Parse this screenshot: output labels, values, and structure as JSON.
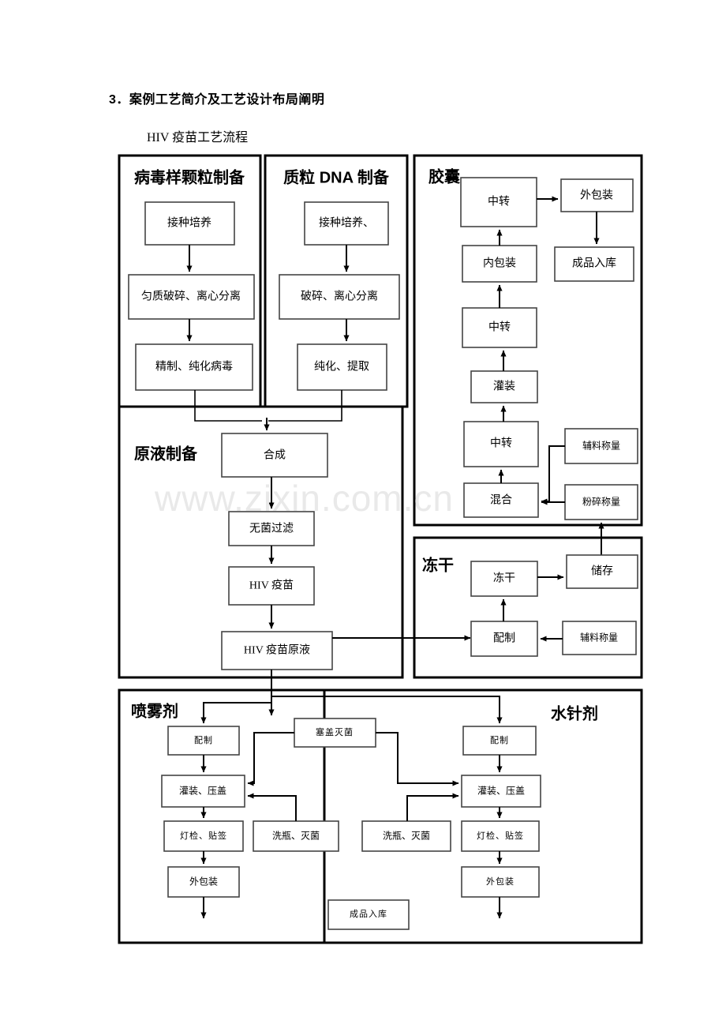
{
  "document": {
    "heading": "3．案例工艺简介及工艺设计布局阐明",
    "subheading": "HIV 疫苗工艺流程",
    "watermark": "www.zixin.com.cn"
  },
  "chart_data": {
    "type": "diagram",
    "title": "HIV 疫苗工艺流程",
    "groups": [
      {
        "id": "vlp",
        "label": "病毒样颗粒制备"
      },
      {
        "id": "plasmid",
        "label": "质粒 DNA 制备"
      },
      {
        "id": "capsule",
        "label": "胶囊"
      },
      {
        "id": "bulk",
        "label": "原液制备"
      },
      {
        "id": "lyophil",
        "label": "冻干"
      },
      {
        "id": "spray",
        "label": "喷雾剂"
      },
      {
        "id": "injection",
        "label": "水针剂"
      }
    ],
    "nodes": {
      "vlp_1": "接种培养",
      "vlp_2": "匀质破碎、离心分离",
      "vlp_3": "精制、纯化病毒",
      "plasmid_1": "接种培养、",
      "plasmid_2": "破碎、离心分离",
      "plasmid_3": "纯化、提取",
      "bulk_1": "合成",
      "bulk_2": "无菌过滤",
      "bulk_3": "HIV 疫苗",
      "bulk_4": "HIV 疫苗原液",
      "cap_zhongzhuan_top": "中转",
      "cap_waibaozhuang": "外包装",
      "cap_neibaozhuang": "内包装",
      "cap_chengpinruku": "成品入库",
      "cap_zhongzhuan_mid": "中转",
      "cap_guanzhuang": "灌装",
      "cap_zhongzhuan_low": "中转",
      "cap_fuliaochengliang": "辅料称量",
      "cap_hunhe": "混合",
      "cap_fensuichengliang": "粉碎称量",
      "lyo_dongan": "冻干",
      "lyo_chucun": "储存",
      "lyo_peizhi": "配制",
      "lyo_fuliaochengliang": "辅料称量",
      "spray_peizhi": "配制",
      "spray_saigaimiejun": "塞盖灭菌",
      "spray_guanzhuangyagai": "灌装、压盖",
      "spray_dengjiantieqian": "灯检、贴签",
      "spray_xipingmiejun": "洗瓶、灭菌",
      "spray_waibaozhuang": "外包装",
      "inj_peizhi": "配制",
      "inj_guanzhuangyagai": "灌装、压盖",
      "inj_dengjiantieqian": "灯检、贴签",
      "inj_xipingmiejun": "洗瓶、灭菌",
      "inj_waibaozhuang": "外包装",
      "chengpinruku": "成品入库"
    },
    "colors": {
      "frame_stroke": "#000000",
      "node_stroke": "#444444",
      "node_fill": "#ffffff",
      "page_bg": "#ffffff",
      "watermark": "#e9e9e9"
    }
  }
}
